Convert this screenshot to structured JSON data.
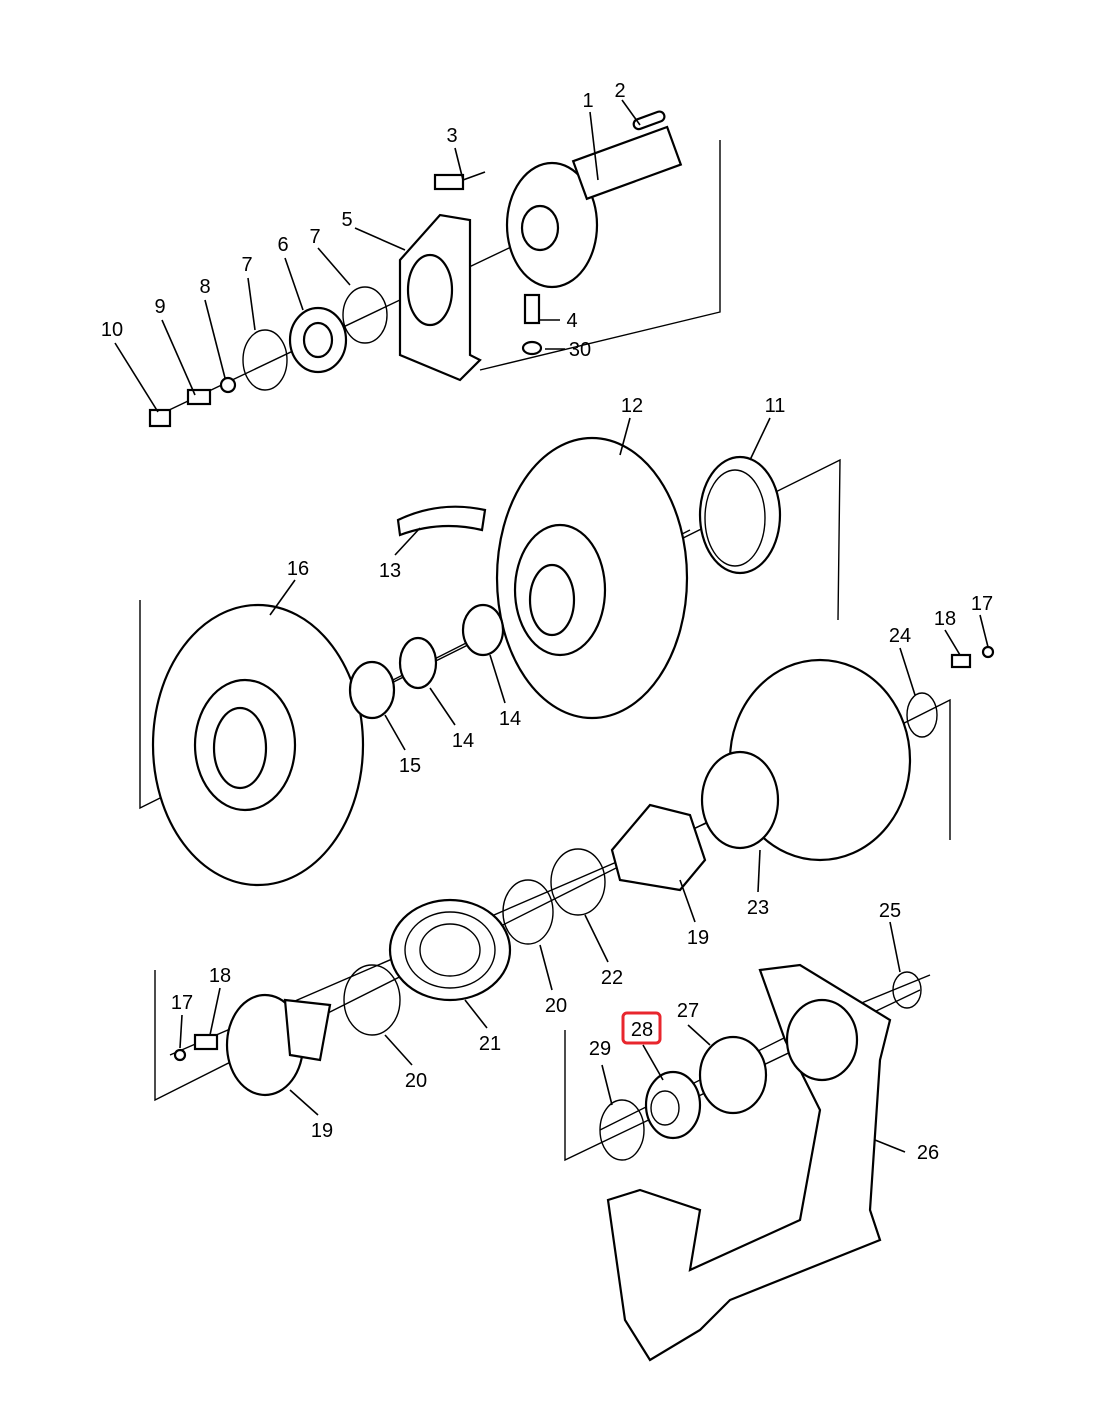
{
  "diagram": {
    "type": "exploded parts diagram",
    "highlight_color": "#e8262d",
    "highlighted_callout": "28",
    "callouts": [
      "1",
      "2",
      "3",
      "4",
      "5",
      "6",
      "7",
      "7",
      "8",
      "9",
      "10",
      "30",
      "12",
      "11",
      "13",
      "16",
      "15",
      "14",
      "14",
      "24",
      "18",
      "17",
      "19",
      "23",
      "22",
      "20",
      "21",
      "20",
      "19",
      "17",
      "18",
      "25",
      "27",
      "28",
      "29",
      "26"
    ]
  }
}
